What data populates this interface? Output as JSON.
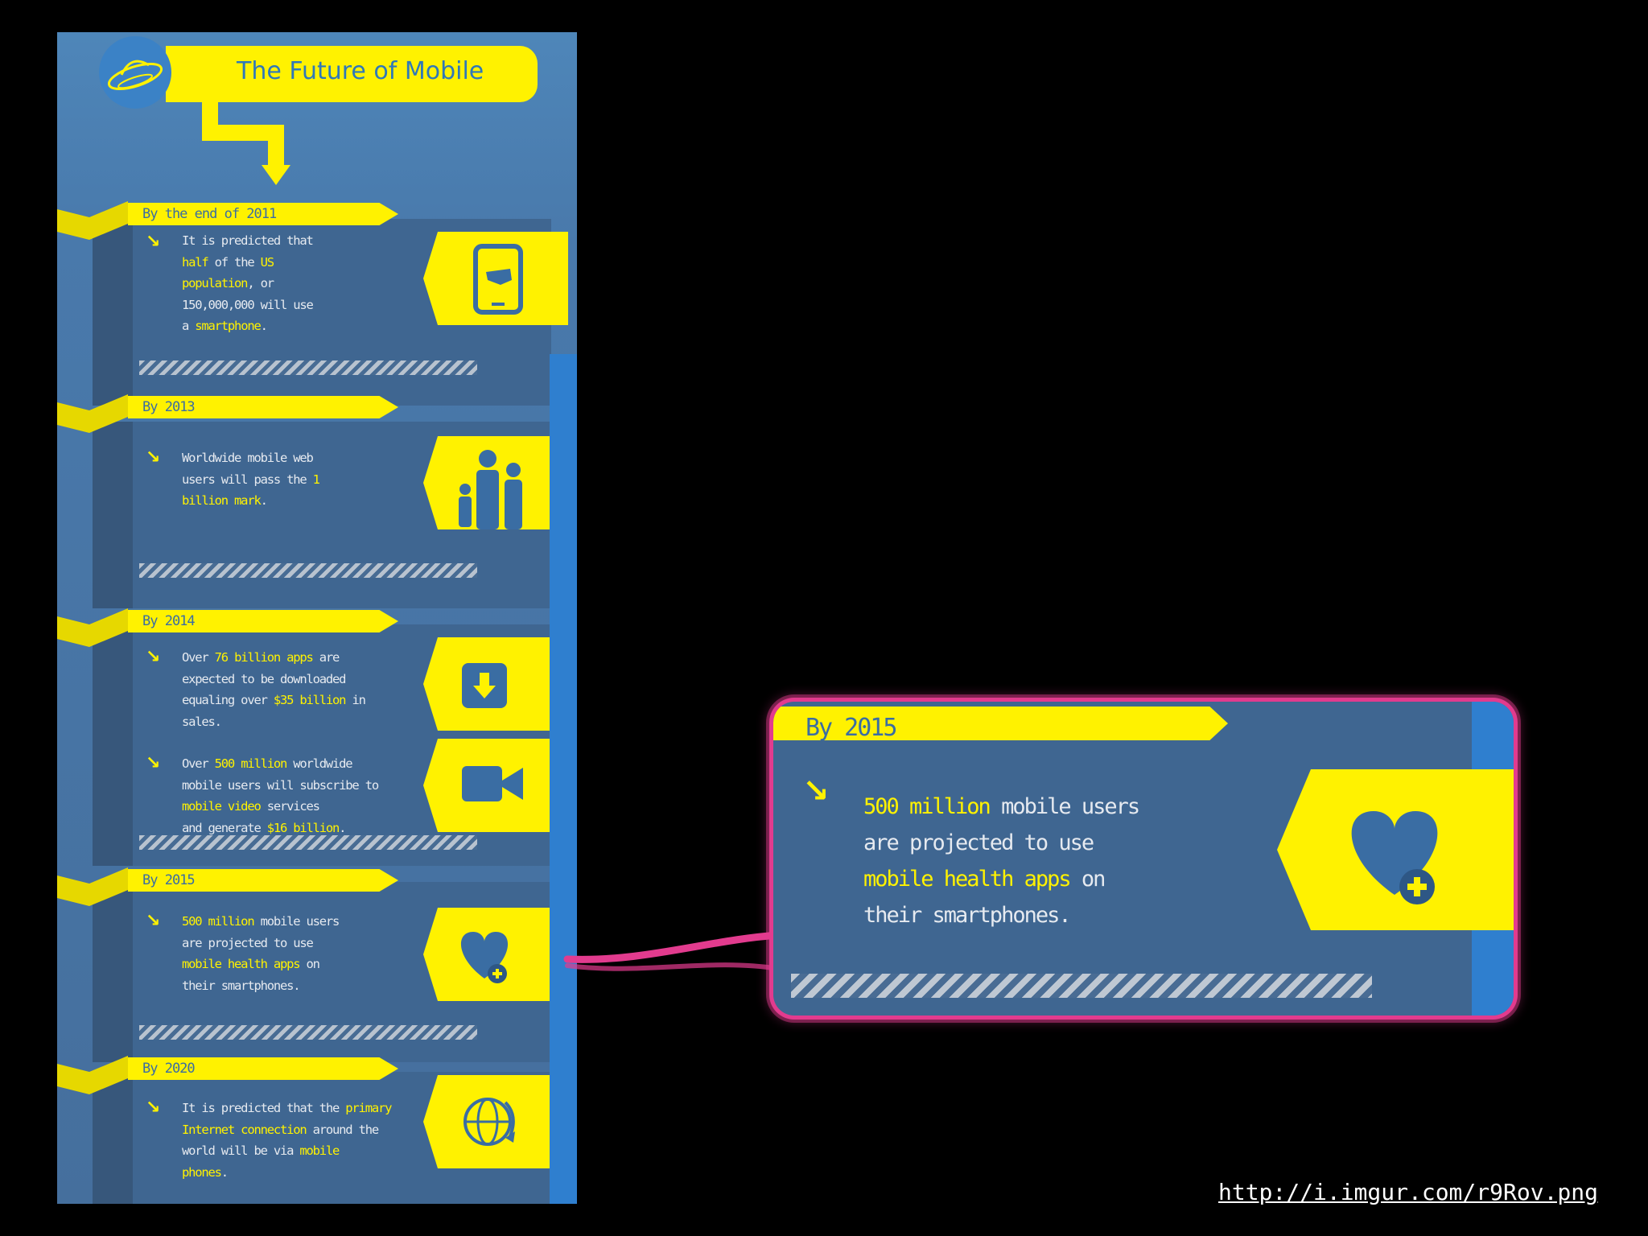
{
  "infographic": {
    "title": "The Future of Mobile",
    "sections": [
      {
        "year": "By the end of 2011",
        "entries": [
          [
            {
              "t": "It is predicted that",
              "h": false
            },
            {
              "t": "half",
              "h": true
            },
            {
              "t": " of the ",
              "h": false
            },
            {
              "t": "US",
              "h": true
            },
            {
              "t": "population",
              "h": true
            },
            {
              "t": ", or",
              "h": false
            },
            {
              "t": "150,000,000 will use",
              "h": false
            },
            {
              "t": "a ",
              "h": false
            },
            {
              "t": "smartphone",
              "h": true
            },
            {
              "t": ".",
              "h": false
            }
          ]
        ],
        "lines": [
          [
            {
              "t": "It is predicted that",
              "h": false
            }
          ],
          [
            {
              "t": "half",
              "h": true
            },
            {
              "t": " of the ",
              "h": false
            },
            {
              "t": "US",
              "h": true
            }
          ],
          [
            {
              "t": "population",
              "h": true
            },
            {
              "t": ", or",
              "h": false
            }
          ],
          [
            {
              "t": "150,000,000 will use",
              "h": false
            }
          ],
          [
            {
              "t": "a ",
              "h": false
            },
            {
              "t": "smartphone",
              "h": true
            },
            {
              "t": ".",
              "h": false
            }
          ]
        ],
        "icon": "smartphone-usa-icon"
      },
      {
        "year": "By 2013",
        "lines": [
          [
            {
              "t": "Worldwide mobile web",
              "h": false
            }
          ],
          [
            {
              "t": "users will pass the ",
              "h": false
            },
            {
              "t": "1",
              "h": true
            }
          ],
          [
            {
              "t": "billion mark",
              "h": true
            },
            {
              "t": ".",
              "h": false
            }
          ]
        ],
        "icon": "people-icon"
      },
      {
        "year": "By 2014",
        "lines": [
          [
            {
              "t": "Over ",
              "h": false
            },
            {
              "t": "76 billion apps",
              "h": true
            },
            {
              "t": " are",
              "h": false
            }
          ],
          [
            {
              "t": "expected to be downloaded",
              "h": false
            }
          ],
          [
            {
              "t": "equaling over ",
              "h": false
            },
            {
              "t": "$35 billion",
              "h": true
            },
            {
              "t": " in",
              "h": false
            }
          ],
          [
            {
              "t": "sales.",
              "h": false
            }
          ]
        ],
        "lines2": [
          [
            {
              "t": "Over ",
              "h": false
            },
            {
              "t": "500 million",
              "h": true
            },
            {
              "t": " worldwide",
              "h": false
            }
          ],
          [
            {
              "t": "mobile users will subscribe to",
              "h": false
            }
          ],
          [
            {
              "t": "mobile video",
              "h": true
            },
            {
              "t": " services",
              "h": false
            }
          ],
          [
            {
              "t": "and generate ",
              "h": false
            },
            {
              "t": "$16 billion",
              "h": true
            },
            {
              "t": ".",
              "h": false
            }
          ]
        ],
        "icon": "download-icon",
        "icon2": "video-camera-icon"
      },
      {
        "year": "By 2015",
        "lines": [
          [
            {
              "t": "500 million",
              "h": true
            },
            {
              "t": " mobile users",
              "h": false
            }
          ],
          [
            {
              "t": "are projected to use",
              "h": false
            }
          ],
          [
            {
              "t": "mobile health apps",
              "h": true
            },
            {
              "t": " on",
              "h": false
            }
          ],
          [
            {
              "t": "their smartphones.",
              "h": false
            }
          ]
        ],
        "icon": "heart-plus-icon"
      },
      {
        "year": "By 2020",
        "lines": [
          [
            {
              "t": "It is predicted that the ",
              "h": false
            },
            {
              "t": "primary",
              "h": true
            }
          ],
          [
            {
              "t": "Internet connection",
              "h": true
            },
            {
              "t": " around the",
              "h": false
            }
          ],
          [
            {
              "t": "world will be via ",
              "h": false
            },
            {
              "t": "mobile",
              "h": true
            }
          ],
          [
            {
              "t": "phones",
              "h": true
            },
            {
              "t": ".",
              "h": false
            }
          ]
        ],
        "icon": "globe-network-icon"
      }
    ]
  },
  "callout": {
    "year": "By 2015",
    "lines": [
      [
        {
          "t": "500 million",
          "h": true
        },
        {
          "t": " mobile users",
          "h": false
        }
      ],
      [
        {
          "t": "are projected to use",
          "h": false
        }
      ],
      [
        {
          "t": "mobile health apps",
          "h": true
        },
        {
          "t": " on",
          "h": false
        }
      ],
      [
        {
          "t": "their smartphones.",
          "h": false
        }
      ]
    ],
    "icon": "heart-plus-icon"
  },
  "source_link": "http://i.imgur.com/r9Rov.png",
  "colors": {
    "accent_yellow": "#fff200",
    "panel_blue": "#3f6691",
    "highlight_pink": "#e23b8e"
  }
}
